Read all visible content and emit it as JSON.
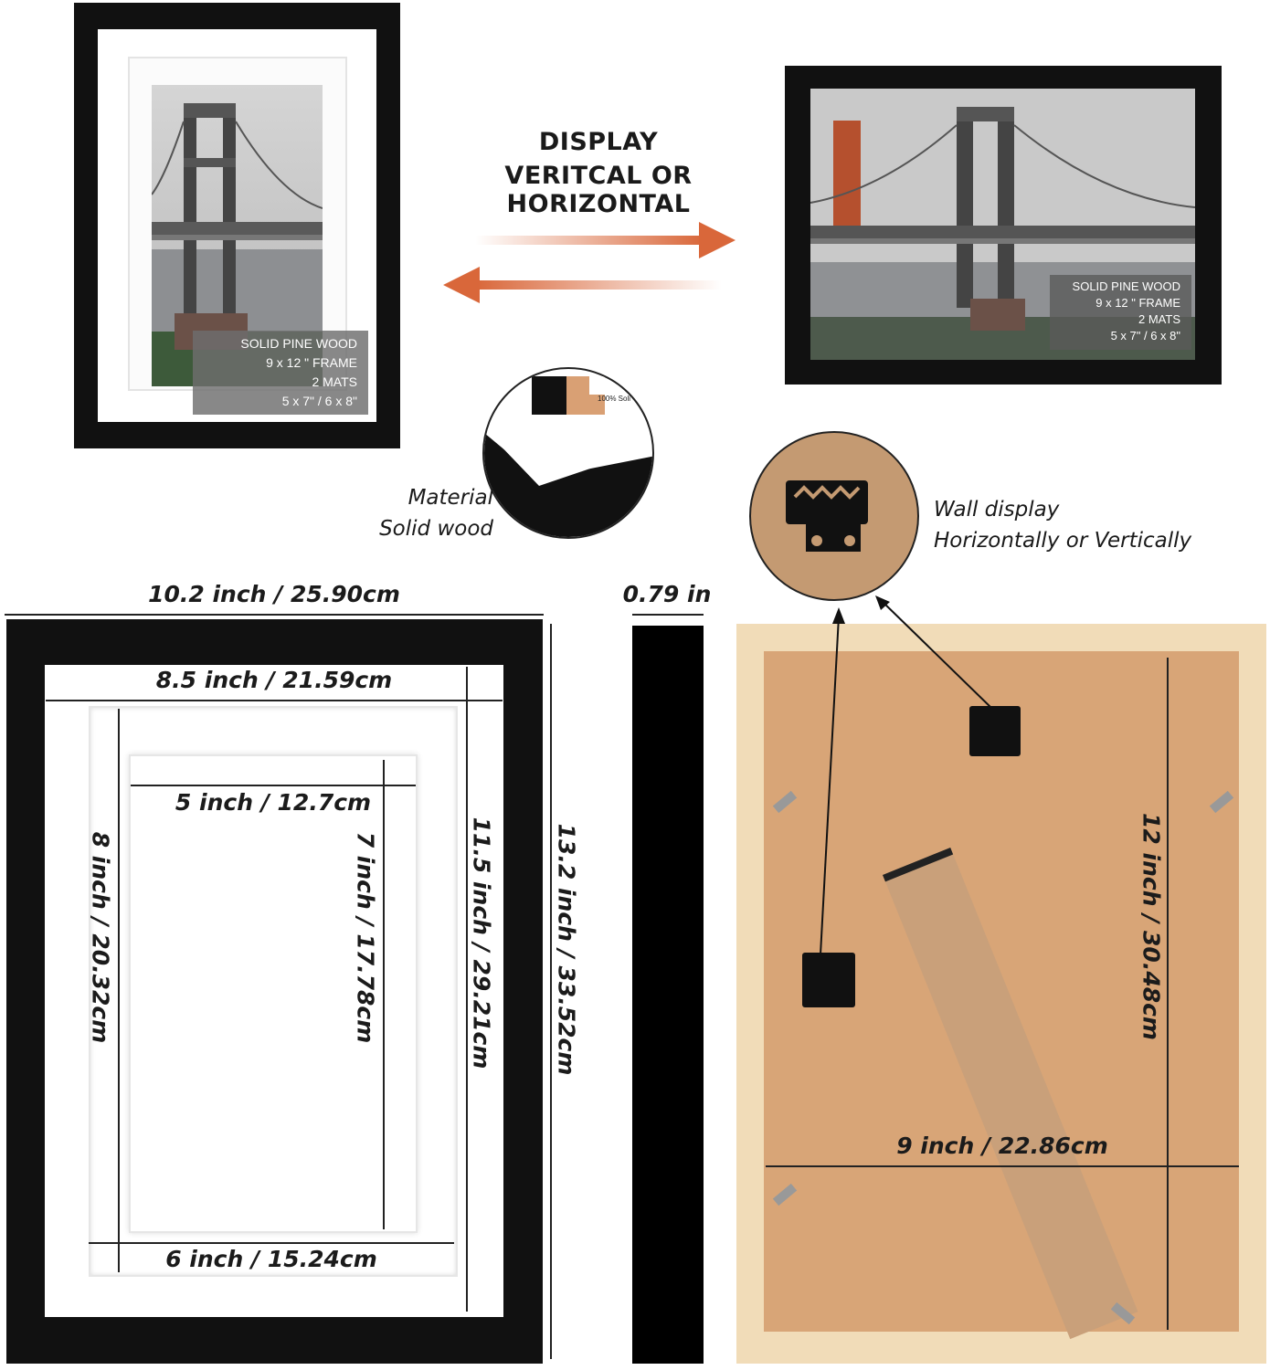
{
  "headline": {
    "line1": "DISPLAY",
    "line2": "VERITCAL OR HORIZONTAL"
  },
  "frame_info": {
    "line1": "SOLID PINE WOOD",
    "line2": "9 x 12 \" FRAME",
    "line3": "2 MATS",
    "line4": "5 x 7\" / 6 x 8\""
  },
  "material_callout": {
    "line1": "Material",
    "line2": "Solid wood",
    "sample_text": "100% Soli"
  },
  "wall_callout": {
    "line1": "Wall display",
    "line2": "Horizontally or Vertically"
  },
  "dimensions": {
    "outer_width": "10.2 inch / 25.90cm",
    "outer_height": "13.2 inch / 33.52cm",
    "mat_width": "8.5 inch / 21.59cm",
    "mat_height": "11.5 inch / 29.21cm",
    "opening_large_width": "6 inch / 15.24cm",
    "opening_large_height": "8 inch / 20.32cm",
    "opening_small_width": "5 inch / 12.7cm",
    "opening_small_height": "7 inch / 17.78cm",
    "depth": "0.79 in",
    "back_width": "9 inch / 22.86cm",
    "back_height": "12 inch / 30.48cm"
  },
  "colors": {
    "frame": "#111111",
    "arrow": "#d9673a",
    "backing": "#d8a577",
    "wood": "#f1dcb8"
  }
}
